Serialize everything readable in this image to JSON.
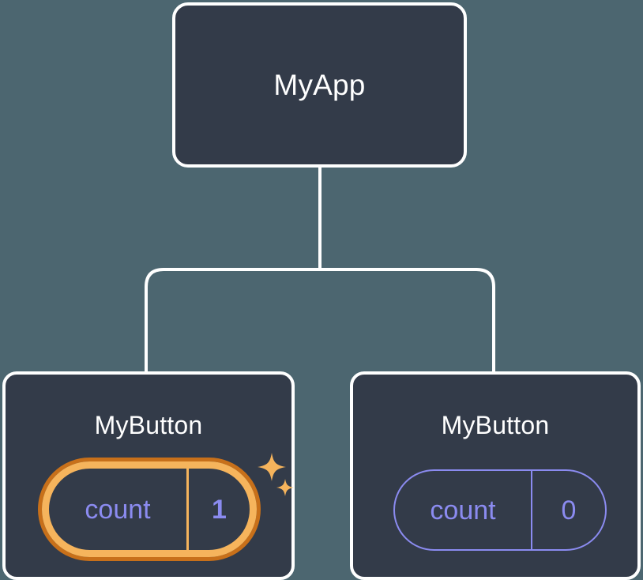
{
  "diagram": {
    "type": "component-tree",
    "background_color": "#4c6670",
    "node_fill": "#333b49",
    "node_border": "#ffffff",
    "connector_color": "#ffffff",
    "accent_highlight": "#f6b45c",
    "accent_highlight_outer": "#c8701a",
    "state_text_color": "#8b8bf0",
    "title_text_color": "#ffffff",
    "root": {
      "title": "MyApp"
    },
    "children": [
      {
        "title": "MyButton",
        "state": {
          "label": "count",
          "value": "1"
        },
        "highlighted": true,
        "sparkle_large": "sparkle-icon",
        "sparkle_small": "sparkle-icon"
      },
      {
        "title": "MyButton",
        "state": {
          "label": "count",
          "value": "0"
        },
        "highlighted": false
      }
    ]
  }
}
